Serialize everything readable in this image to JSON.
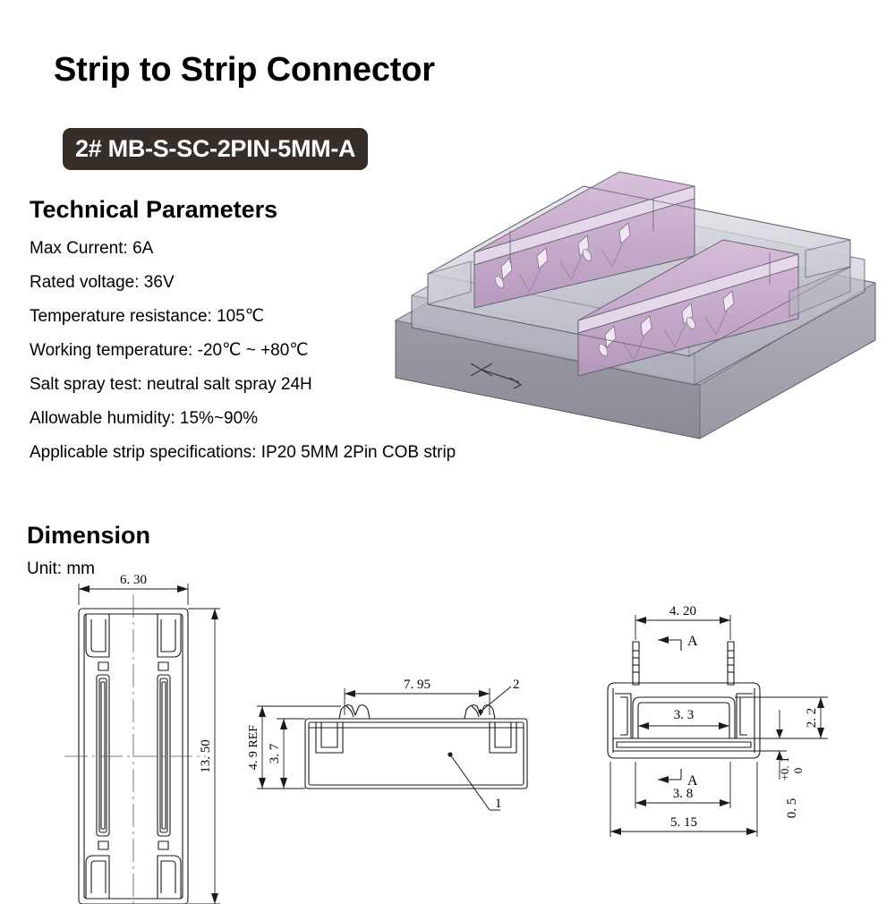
{
  "header": {
    "title": "Strip to Strip Connector",
    "model_badge": "2# MB-S-SC-2PIN-5MM-A",
    "badge_bg": "#362e29",
    "badge_fg": "#ffffff"
  },
  "technical": {
    "heading": "Technical Parameters",
    "params": [
      "Max Current: 6A",
      "Rated voltage: 36V",
      "Temperature resistance: 105℃",
      "Working temperature: -20℃ ~ +80℃",
      "Salt spray test: neutral salt spray 24H",
      "Allowable humidity: 15%~90%",
      "Applicable strip specifications: IP20 5MM 2Pin COB strip"
    ]
  },
  "dimension": {
    "heading": "Dimension",
    "unit": "Unit: mm",
    "top_view": {
      "width": "6. 30",
      "height": "13. 50"
    },
    "side_view": {
      "top_width": "7. 95",
      "overall_height": "4. 9 REF",
      "body_height": "3. 7",
      "leader_body": "1",
      "leader_latch": "2"
    },
    "front_view": {
      "pin_pitch": "4. 20",
      "inner_width": "3. 3",
      "lower_width": "3. 8",
      "overall_width": "5. 15",
      "inner_height": "2. 2",
      "slot_height": "0. 5",
      "slot_tol_upper": "+0. 1",
      "slot_tol_lower": "0",
      "section_label_top": "A",
      "section_label_bottom": "A"
    }
  },
  "render": {
    "body_color": "#c9c9d2",
    "contact_color": "#c5a8c9",
    "outline_color": "#5a5a66",
    "base_color": "#8f8f99"
  }
}
